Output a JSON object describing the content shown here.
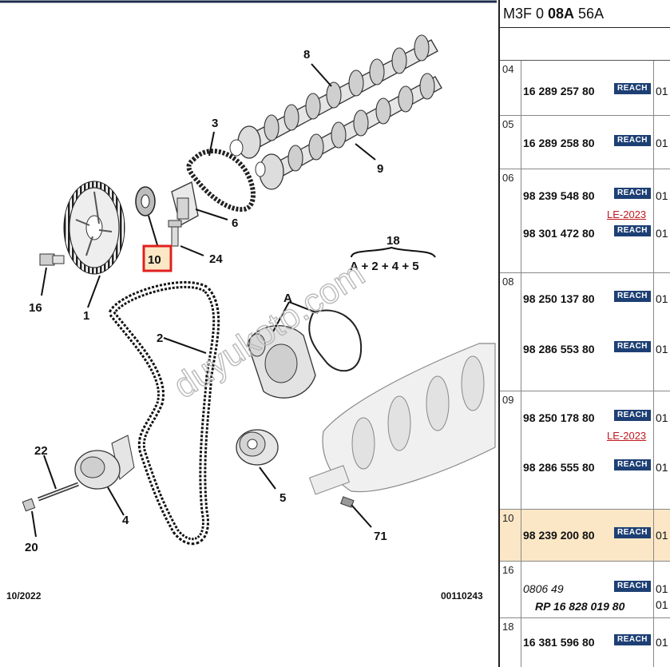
{
  "diagram": {
    "callouts": {
      "c1": "1",
      "c2": "2",
      "c3": "3",
      "c4": "4",
      "c5": "5",
      "c6": "6",
      "c8": "8",
      "c9": "9",
      "c10": "10",
      "c16": "16",
      "c18": "18",
      "c20": "20",
      "c22": "22",
      "c24": "24",
      "c71": "71",
      "cA": "A"
    },
    "formula": "A + 2 + 4 + 5",
    "date": "10/2022",
    "drawing_ref": "00110243",
    "watermark": "duyukoto.com",
    "highlighted_callout_color": "#e02020"
  },
  "panel": {
    "ref_prefix": "M3F 0 ",
    "ref_bold": "08A",
    "ref_suffix": " 56A",
    "reach_label": "REACH",
    "reach_color": "#1d3f74",
    "selected_row_color": "#fbe7c6",
    "le_color": "#c0181e",
    "rows": {
      "r04": {
        "pos": "04",
        "pn1": "16 289 257 80",
        "qty1": "01"
      },
      "r05": {
        "pos": "05",
        "pn1": "16 289 258 80",
        "qty1": "01"
      },
      "r06": {
        "pos": "06",
        "pn1": "98 239 548 80",
        "qty1": "01",
        "le": "LE-2023",
        "pn2": "98 301 472 80",
        "qty2": "01"
      },
      "r08": {
        "pos": "08",
        "pn1": "98 250 137 80",
        "qty1": "01",
        "pn2": "98 286 553 80",
        "qty2": "01"
      },
      "r09": {
        "pos": "09",
        "pn1": "98 250 178 80",
        "qty1": "01",
        "le": "LE-2023",
        "pn2": "98 286 555 80",
        "qty2": "01"
      },
      "r10": {
        "pos": "10",
        "pn1": "98 239 200 80",
        "qty1": "01"
      },
      "r16": {
        "pos": "16",
        "pn1": "0806 49",
        "qty1": "01",
        "pn2": "RP 16 828 019 80",
        "qty2": "01"
      },
      "r18": {
        "pos": "18",
        "pn1": "16 381 596 80",
        "qty1": "01"
      }
    }
  }
}
